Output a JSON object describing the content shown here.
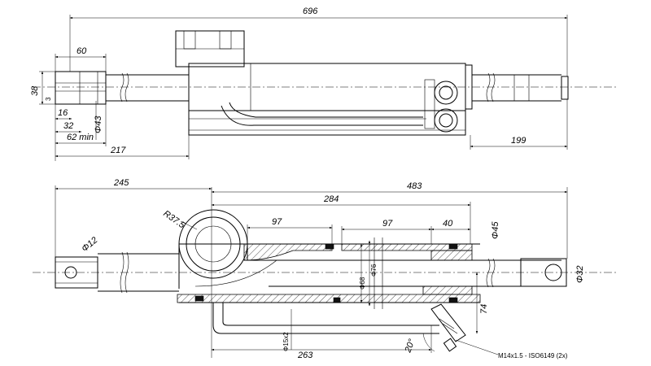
{
  "top_view": {
    "dims": {
      "overall_length": "696",
      "rod_end_length": "60",
      "rod_end_height": "38",
      "slot_width": "3",
      "pin_offset": "16",
      "pin_length": "32",
      "rod_diameter": "Φ43",
      "min_length": "62 min",
      "body_offset": "217",
      "right_end": "199"
    }
  },
  "section_view": {
    "dims": {
      "left_length": "245",
      "total_length": "483",
      "body_length": "284",
      "radius": "R37.5",
      "bore_length_left": "97",
      "bore_length_right": "97",
      "seal_length": "40",
      "right_diameter": "Φ45",
      "hole_diameter": "Φ12",
      "inner_diameter": "Φ68",
      "outer_diameter": "Φ76",
      "pin_diameter": "Φ32",
      "height_offset": "74",
      "tube_spec": "Φ15x2",
      "tube_length": "263",
      "angle": "20°",
      "port_note": "M14x1.5 - ISO6149 (2x)"
    }
  }
}
